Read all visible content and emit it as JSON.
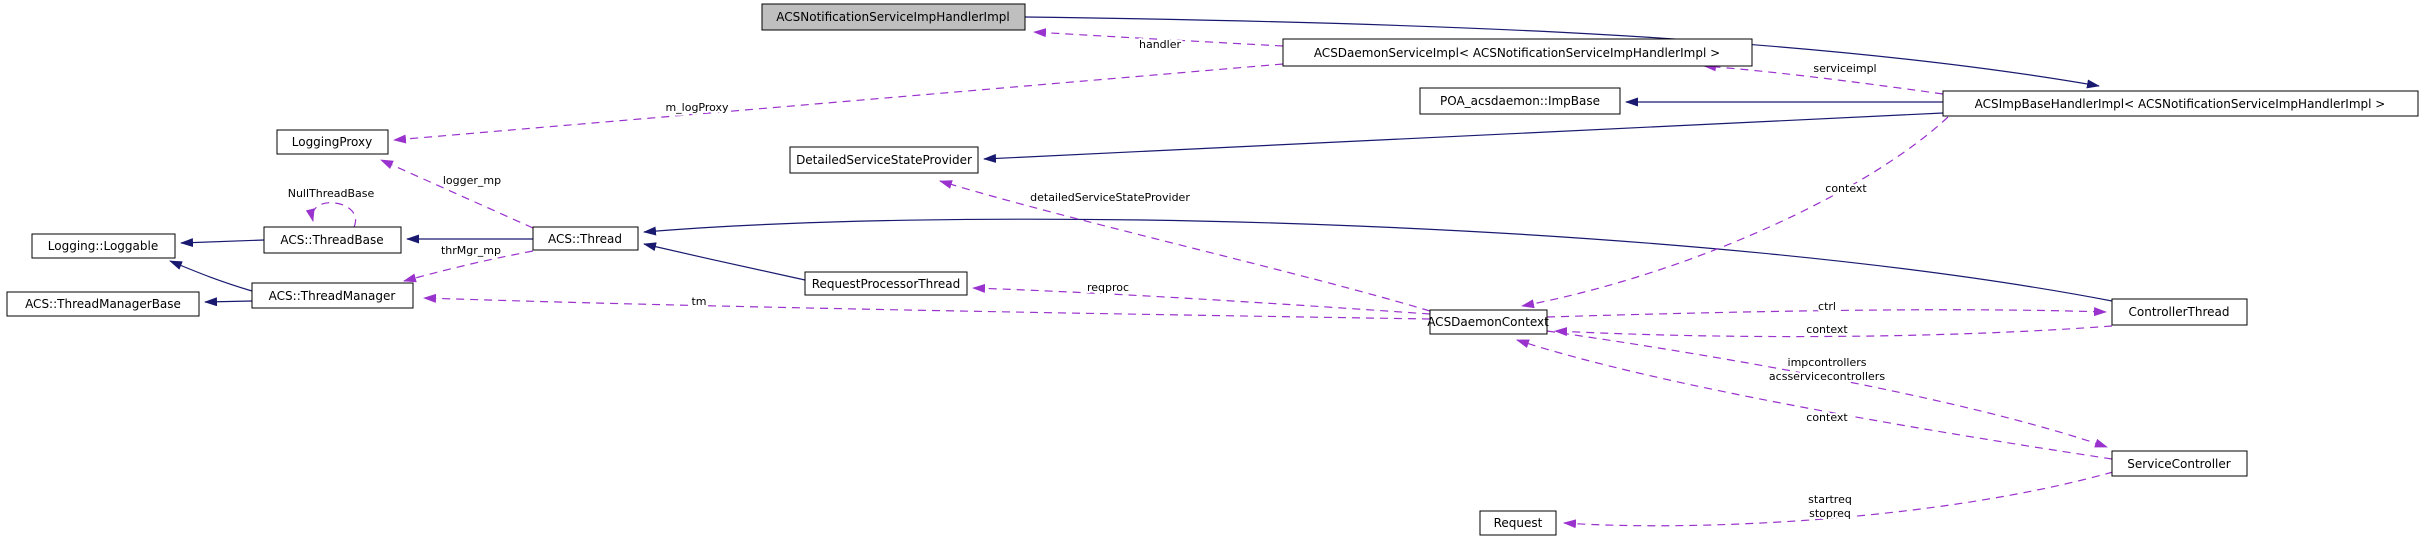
{
  "diagram": {
    "kind_hint": "collaboration-graph",
    "colors": {
      "inheritance_edge": "#191970",
      "usage_edge": "#9a32cd",
      "node_fill": "#ffffff",
      "node_border": "#000000",
      "highlighted_node_fill": "#bfbfbf",
      "background": "#ffffff"
    },
    "nodes": {
      "notif_handler": {
        "label": "ACSNotificationServiceImpHandlerImpl"
      },
      "daemon_service": {
        "label": "ACSDaemonServiceImpl< ACSNotificationServiceImpHandlerImpl >"
      },
      "poa_impbase": {
        "label": "POA_acsdaemon::ImpBase"
      },
      "impbase_handler": {
        "label": "ACSImpBaseHandlerImpl< ACSNotificationServiceImpHandlerImpl >"
      },
      "logging_proxy": {
        "label": "LoggingProxy"
      },
      "dssp": {
        "label": "DetailedServiceStateProvider"
      },
      "loggable": {
        "label": "Logging::Loggable"
      },
      "thread_base": {
        "label": "ACS::ThreadBase"
      },
      "thread": {
        "label": "ACS::Thread"
      },
      "thread_manager_base": {
        "label": "ACS::ThreadManagerBase"
      },
      "thread_manager": {
        "label": "ACS::ThreadManager"
      },
      "req_proc_thread": {
        "label": "RequestProcessorThread"
      },
      "daemon_context": {
        "label": "ACSDaemonContext"
      },
      "controller_thread": {
        "label": "ControllerThread"
      },
      "service_controller": {
        "label": "ServiceController"
      },
      "request": {
        "label": "Request"
      }
    },
    "edge_labels": {
      "handler": "handler",
      "serviceimpl": "serviceimpl",
      "m_logproxy": "m_logProxy",
      "logger_mp": "logger_mp",
      "nullthreadbase": "NullThreadBase",
      "thrmgr_mp": "thrMgr_mp",
      "tm": "tm",
      "dssp": "detailedServiceStateProvider",
      "reqproc": "reqproc",
      "context_top": "context",
      "ctrl": "ctrl",
      "context_mid": "context",
      "impcontrollers": "impcontrollers",
      "acsservicecontrollers": "acsservicecontrollers",
      "context_bottom": "context",
      "startreq": "startreq",
      "stopreq": "stopreq"
    }
  }
}
